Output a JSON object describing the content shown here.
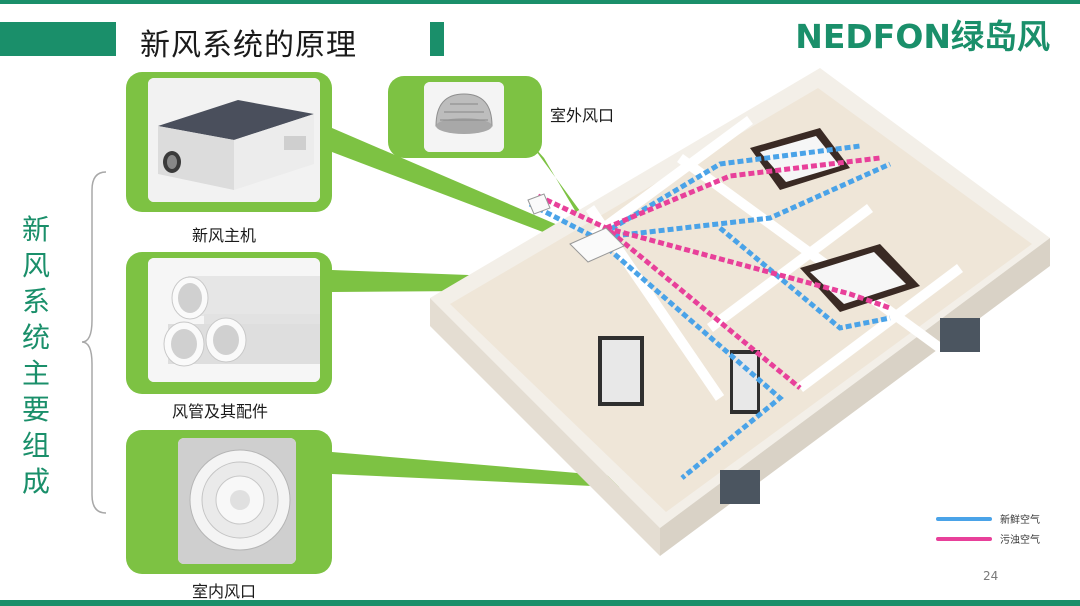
{
  "slide": {
    "title": "新风系统的原理",
    "logo": "NEDFON绿岛风",
    "left_label": [
      "新",
      "风",
      "系",
      "统",
      "主",
      "要",
      "组",
      "成"
    ],
    "components": {
      "main_unit": "新风主机",
      "duct": "风管及其配件",
      "indoor_vent": "室内风口",
      "outdoor_vent": "室外风口"
    },
    "legend": {
      "fresh": "新鲜空气",
      "polluted": "污浊空气"
    },
    "page_number": "24",
    "colors": {
      "brand_green": "#1a8f6a",
      "panel_green": "#7dc243",
      "fresh_air": "#4aa3e8",
      "polluted_air": "#e8409a"
    }
  }
}
